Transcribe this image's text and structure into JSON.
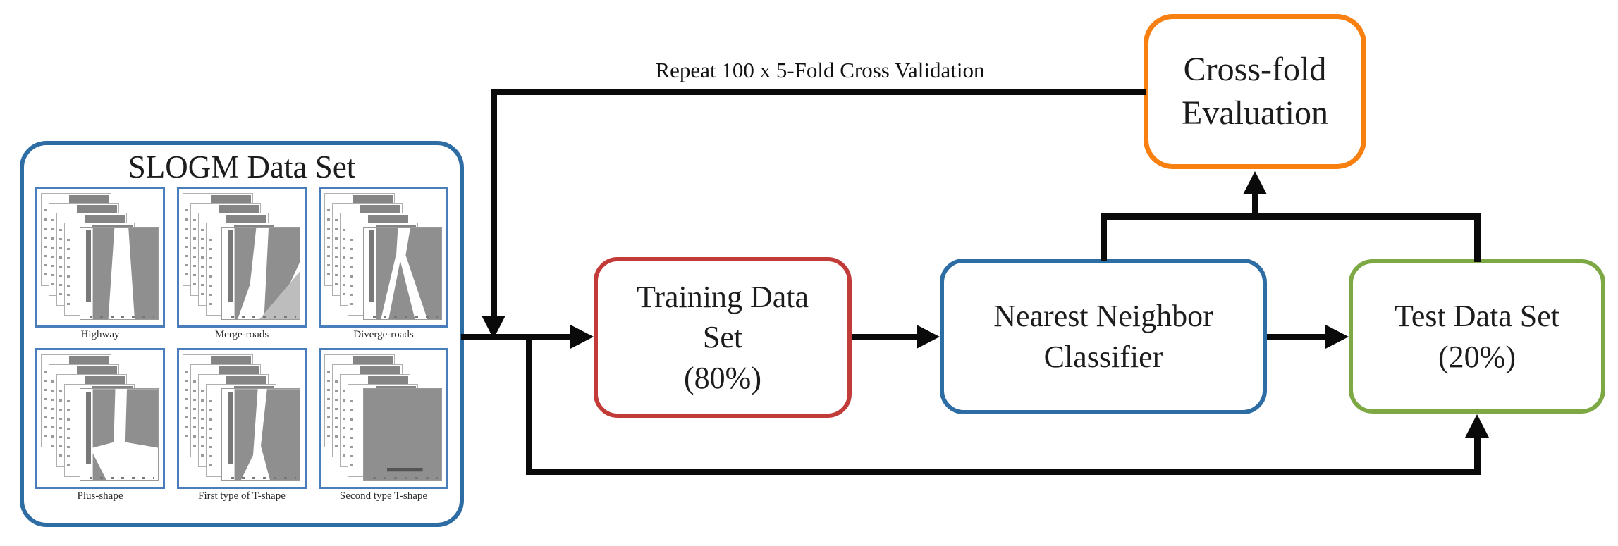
{
  "figure": {
    "dataset_box": {
      "title": "SLOGM Data Set",
      "thumbnails": [
        {
          "label": "Highway"
        },
        {
          "label": "Merge-roads"
        },
        {
          "label": "Diverge-roads"
        },
        {
          "label": "Plus-shape"
        },
        {
          "label": "First type of T-shape"
        },
        {
          "label": "Second type T-shape"
        }
      ]
    },
    "nodes": {
      "training": {
        "label": "Training Data\nSet\n(80%)",
        "border_color": "#c23b38"
      },
      "classifier": {
        "label": "Nearest Neighbor\nClassifier",
        "border_color": "#2e6da4"
      },
      "test": {
        "label": "Test Data Set\n(20%)",
        "border_color": "#7da843"
      },
      "evaluation": {
        "label": "Cross-fold\nEvaluation",
        "border_color": "#f88010"
      }
    },
    "feedback_arrow_label": "Repeat 100 x 5-Fold Cross Validation",
    "colors": {
      "dataset_border": "#2e6da4",
      "thumbnail_border": "#4a7ebb",
      "line": "#0a0a0a",
      "text": "#1c1c1c"
    }
  }
}
